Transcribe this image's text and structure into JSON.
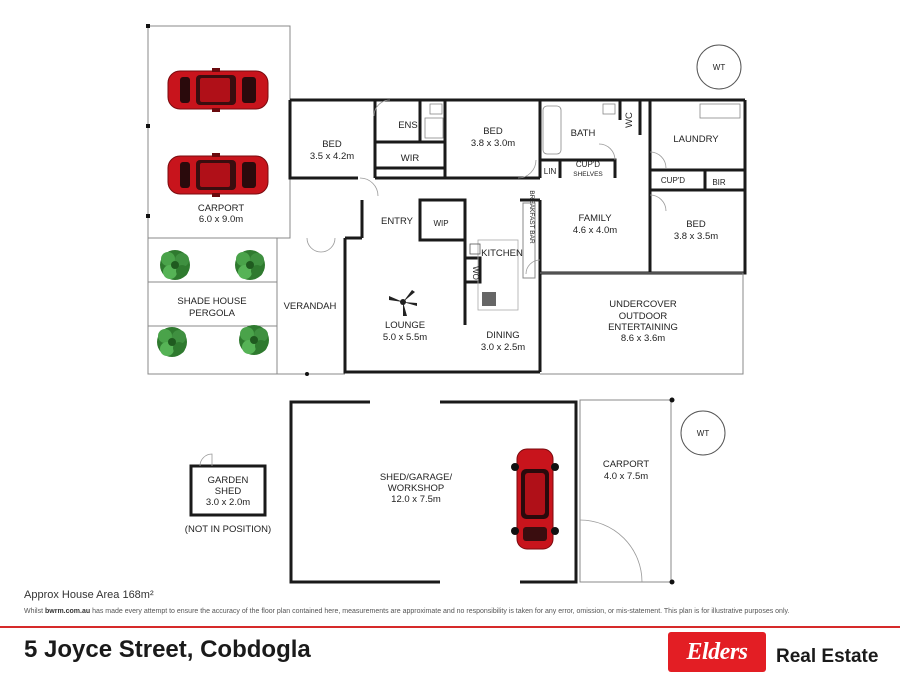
{
  "rooms": {
    "carport_main": {
      "name": "CARPORT",
      "dims": "6.0 x 9.0m"
    },
    "bed1": {
      "name": "BED",
      "dims": "3.5 x 4.2m"
    },
    "ens": "ENS",
    "wir": "WIR",
    "bed2": {
      "name": "BED",
      "dims": "3.8 x 3.0m"
    },
    "bath": "BATH",
    "wc_top": "WC",
    "laundry": "LAUNDRY",
    "cupd_bath": "CUP'D",
    "shelves": "SHELVES",
    "lin": "LIN",
    "cupd_laundry": "CUP'D",
    "bir": "BIR",
    "bed3": {
      "name": "BED",
      "dims": "3.8 x 3.5m"
    },
    "family": {
      "name": "FAMILY",
      "dims": "4.6 x 4.0m"
    },
    "entry": "ENTRY",
    "wip": "WIP",
    "kitchen": "KITCHEN",
    "wo": "WO",
    "breakfast_bar": "BREAKFAST BAR",
    "shade_house": "SHADE HOUSE",
    "pergola": "PERGOLA",
    "verandah": "VERANDAH",
    "lounge": {
      "name": "LOUNGE",
      "dims": "5.0 x 5.5m"
    },
    "dining": {
      "name": "DINING",
      "dims": "3.0 x 2.5m"
    },
    "undercover": {
      "line1": "UNDERCOVER",
      "line2": "OUTDOOR",
      "line3": "ENTERTAINING",
      "dims": "8.6 x 3.6m"
    },
    "wt_top": "WT",
    "wt_bottom": "WT",
    "garden_shed": {
      "line1": "GARDEN",
      "line2": "SHED",
      "dims": "3.0 x 2.0m",
      "note": "(NOT IN POSITION)"
    },
    "shed": {
      "line1": "SHED/GARAGE/",
      "line2": "WORKSHOP",
      "dims": "12.0 x 7.5m"
    },
    "carport_rear": {
      "name": "CARPORT",
      "dims": "4.0 x 7.5m"
    }
  },
  "footer": {
    "area": "Approx House Area 168m²",
    "disclaimer_prefix": "Whilst ",
    "disclaimer_site": "bwrm.com.au",
    "disclaimer_rest": " has made every attempt to ensure the accuracy of the floor plan contained here, measurements are approximate and no responsibility is taken for any error, omission, or mis-statement. This plan is for illustrative purposes only.",
    "address": "5 Joyce Street, Cobdogla",
    "brand": "Elders",
    "brand_suffix": "Real Estate"
  },
  "colors": {
    "accent": "#e31e24",
    "car": "#c8141c",
    "wall": "#1a1a1a",
    "plant": "#3a8a3a"
  },
  "icons": [
    "car-icon",
    "ceiling-fan-icon",
    "plant-icon",
    "water-tank-icon"
  ]
}
